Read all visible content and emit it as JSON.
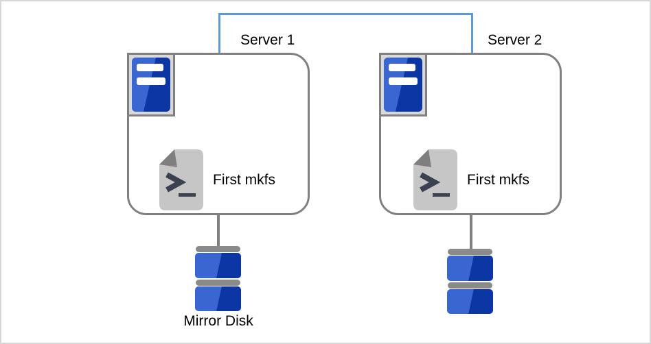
{
  "servers": [
    {
      "label": "Server 1",
      "script_label": "First mkfs"
    },
    {
      "label": "Server 2",
      "script_label": "First mkfs"
    }
  ],
  "disks": [
    {
      "label": "Mirror Disk"
    }
  ],
  "icons": {
    "server": "tower-server-icon",
    "script": "shell-script-icon",
    "disk": "mirror-disk-icon"
  },
  "colors": {
    "background": "#FFFFFF",
    "canvas_border": "#D6D6D6",
    "text": "#000000",
    "interconnect_blue": "#5B9BD5",
    "outline_gray": "#808080",
    "icon_panel_gray": "#D9D9D9",
    "server_blue_light": "#3A66D2",
    "server_blue_dark": "#0B36A3",
    "document_gray": "#C6C6C6",
    "document_fold_gray": "#7F7F7F",
    "glyph_slate": "#3A4150",
    "disk_bar_gray": "#8A8A8A"
  }
}
